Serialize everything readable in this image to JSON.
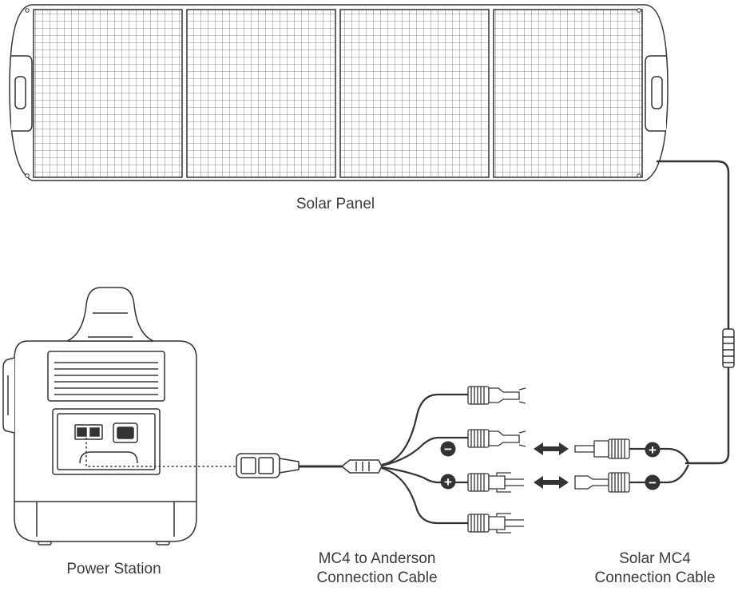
{
  "labels": {
    "solar_panel": "Solar Panel",
    "power_station": "Power Station",
    "mc4_anderson_line1": "MC4 to Anderson",
    "mc4_anderson_line2": "Connection Cable",
    "solar_mc4_line1": "Solar MC4",
    "solar_mc4_line2": "Connection Cable"
  },
  "polarity_symbols": {
    "minus": "−",
    "plus": "+"
  },
  "colors": {
    "stroke": "#333333",
    "fill": "#ffffff",
    "dark": "#333333",
    "grid": "#6a6a6a"
  }
}
